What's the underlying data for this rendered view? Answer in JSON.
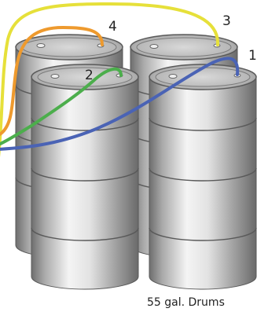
{
  "caption": "55 gal. Drums",
  "drums": [
    {
      "id": "back-left"
    },
    {
      "id": "back-right"
    },
    {
      "id": "front-left"
    },
    {
      "id": "front-right"
    }
  ],
  "hoses": [
    {
      "label": "1",
      "color": "#4a63b5"
    },
    {
      "label": "2",
      "color": "#4cae4c"
    },
    {
      "label": "3",
      "color": "#e6e03a"
    },
    {
      "label": "4",
      "color": "#ee9a2e"
    }
  ],
  "colors": {
    "drum_light": "#f1f1f1",
    "drum_mid": "#bdbdbd",
    "drum_dark": "#6d6d6d",
    "outline": "#5a5a5a"
  }
}
